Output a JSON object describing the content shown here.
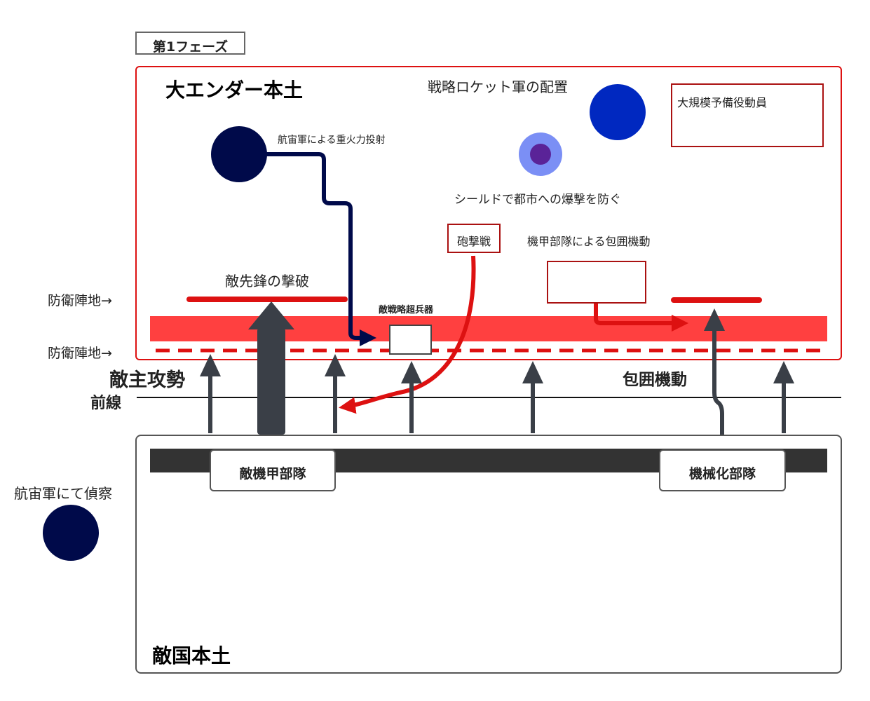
{
  "phase_label": "第1フェーズ",
  "home_title": "大エンダー本土",
  "enemy_title": "敵国本土",
  "labels": {
    "rocket": "戦略ロケット軍の配置",
    "reserve": "大規模予備役動員",
    "fleet_fire": "航宙軍による重火力投射",
    "shield": "シールドで都市への爆撃を防ぐ",
    "artillery": "砲撃戦",
    "armor_maneuver": "機甲部隊による包囲機動",
    "defeat_vanguard": "敵先鋒の撃破",
    "superweapon": "敵戦略超兵器",
    "defense1": "防衛陣地→",
    "defense2": "防衛陣地→",
    "enemy_offensive": "敵主攻勢",
    "front_line": "前線",
    "encirclement": "包囲機動",
    "enemy_armor": "敵機甲部隊",
    "mechanized": "機械化部隊",
    "recon": "航宙軍にて偵察"
  },
  "colors": {
    "red": "#dd1111",
    "navy": "#000a4a",
    "blue": "#0028c0",
    "shield_outer": "#7b8ff5",
    "shield_inner": "#5a2398",
    "dark_gray": "#3a3f47",
    "band_red": "#ff4040",
    "black_bar": "#333333"
  }
}
